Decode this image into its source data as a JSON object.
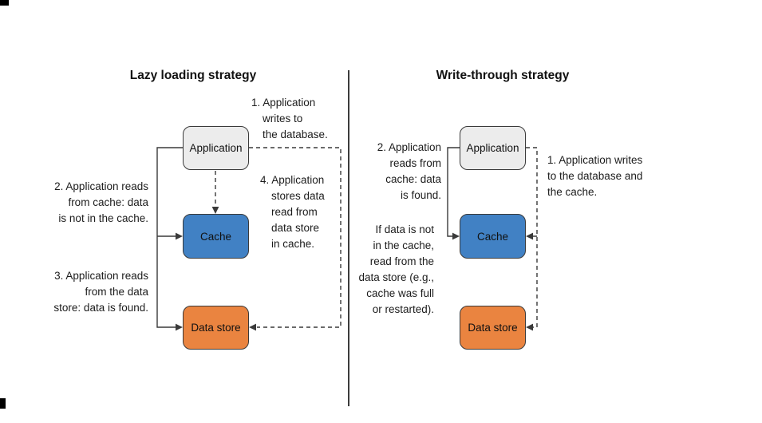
{
  "canvas": {
    "background": "#ffffff",
    "line_color": "#3a3a3a",
    "divider_color": "#3c3c3c"
  },
  "left_panel": {
    "title": "Lazy loading strategy",
    "boxes": {
      "application": {
        "label": "Application",
        "fill": "#ececec"
      },
      "cache": {
        "label": "Cache",
        "fill": "#4181c4"
      },
      "data_store": {
        "label": "Data store",
        "fill": "#ea8440"
      }
    },
    "notes": {
      "step1": "1. Application\nwrites to\nthe database.",
      "step2": "2. Application reads\nfrom cache: data\nis not in the cache.",
      "step3": "3. Application reads\nfrom the data\nstore: data is found.",
      "step4": "4. Application\nstores data\nread from\ndata store\nin cache."
    }
  },
  "right_panel": {
    "title": "Write-through strategy",
    "boxes": {
      "application": {
        "label": "Application",
        "fill": "#ececec"
      },
      "cache": {
        "label": "Cache",
        "fill": "#4181c4"
      },
      "data_store": {
        "label": "Data store",
        "fill": "#ea8440"
      }
    },
    "notes": {
      "step1": "1. Application writes\nto the database and\nthe cache.",
      "step2": "2. Application\nreads from\ncache: data\nis found.",
      "fallback": "If data is not\nin the cache,\nread from the\ndata store (e.g.,\ncache was full\nor restarted)."
    }
  }
}
